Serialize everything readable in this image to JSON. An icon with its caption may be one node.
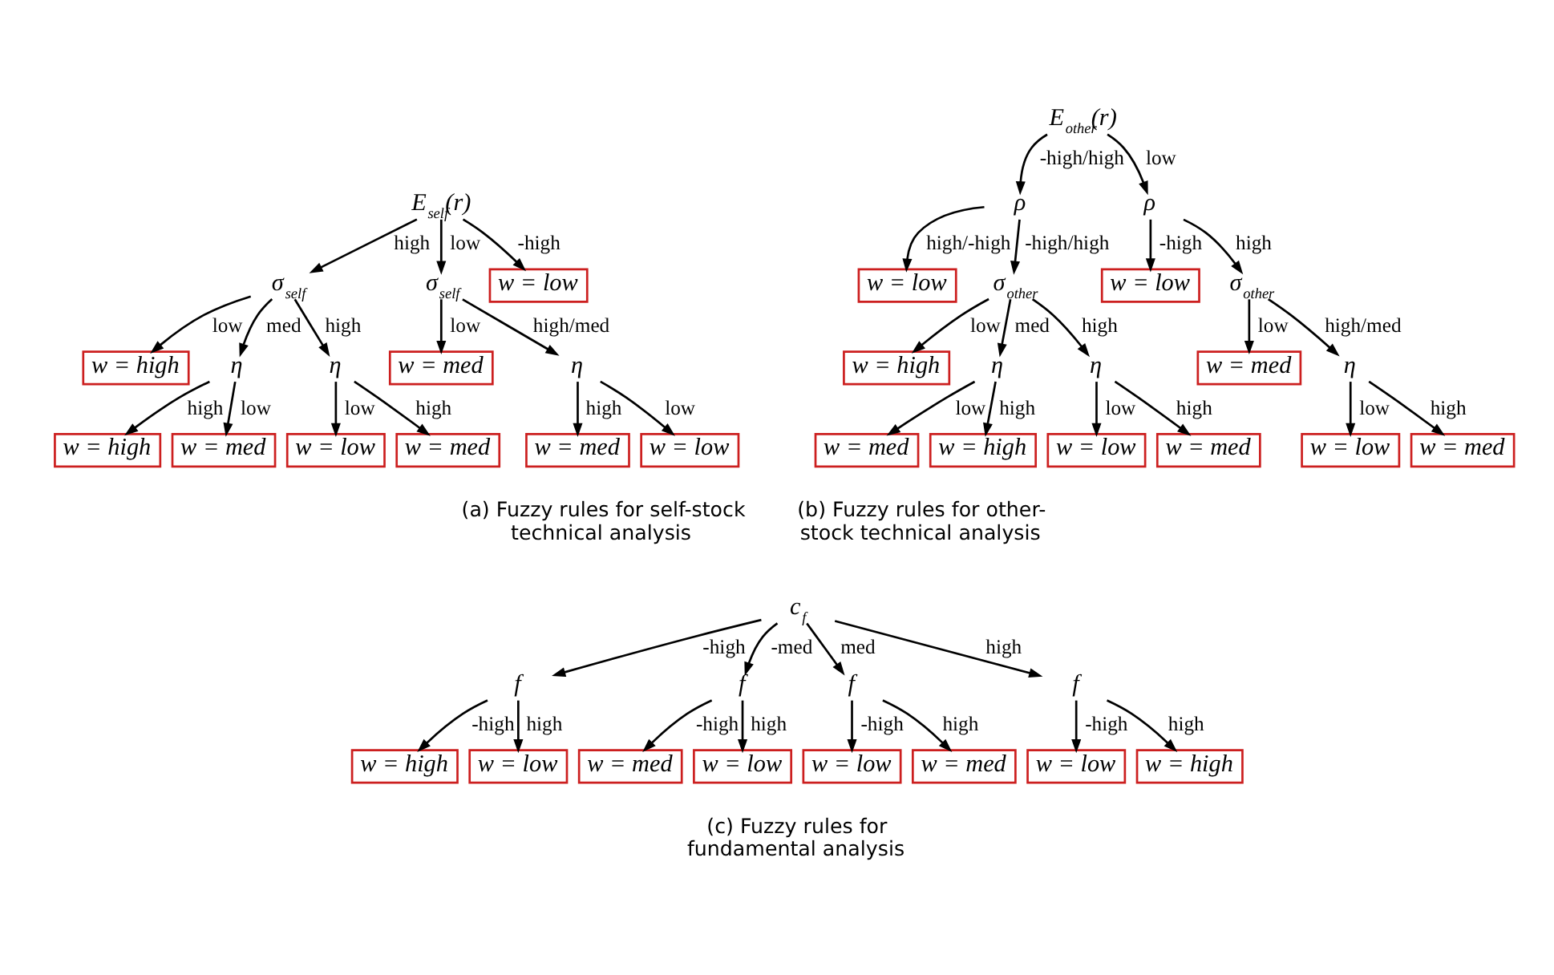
{
  "diagram": {
    "nodes": [
      {
        "text": [
          "E$_{self}$(r)"
        ]
      },
      {
        "text": [
          "σ$_{self}$"
        ]
      },
      {
        "text": [
          "σ$_{self}$"
        ]
      },
      {
        "text": [
          "w = low"
        ]
      },
      {
        "text": [
          "w = high"
        ]
      },
      {
        "text": [
          "η"
        ]
      },
      {
        "text": [
          "η"
        ]
      },
      {
        "text": [
          "w = med"
        ]
      },
      {
        "text": [
          "w = high"
        ]
      },
      {
        "text": [
          "η"
        ]
      },
      {
        "text": [
          "w = med"
        ]
      },
      {
        "text": [
          "w = med"
        ]
      },
      {
        "text": [
          "w = low"
        ]
      },
      {
        "text": [
          "w = med"
        ]
      },
      {
        "text": [
          "w = low"
        ]
      },
      {
        "text": [
          "E$_{other}$(r)"
        ]
      },
      {
        "text": [
          "ρ"
        ]
      },
      {
        "text": [
          "ρ"
        ]
      },
      {
        "text": [
          "w = low"
        ]
      },
      {
        "text": [
          "w = low"
        ]
      },
      {
        "text": [
          "σ$_{other}$"
        ]
      },
      {
        "text": [
          "σ$_{other}$"
        ]
      },
      {
        "text": [
          "w = high"
        ]
      },
      {
        "text": [
          "w = med"
        ]
      },
      {
        "text": [
          "η"
        ]
      },
      {
        "text": [
          "η"
        ]
      },
      {
        "text": [
          "η"
        ]
      },
      {
        "text": [
          "w = med"
        ]
      },
      {
        "text": [
          "w = high"
        ]
      },
      {
        "text": [
          "w = low"
        ]
      },
      {
        "text": [
          "w = med"
        ]
      },
      {
        "text": [
          "w = low"
        ]
      },
      {
        "text": [
          "w = med"
        ]
      },
      {
        "text": [
          "c$_{f}$"
        ]
      },
      {
        "text": [
          "f"
        ]
      },
      {
        "text": [
          "f"
        ]
      },
      {
        "text": [
          "f"
        ]
      },
      {
        "text": [
          "f"
        ]
      },
      {
        "text": [
          "w = high"
        ]
      },
      {
        "text": [
          "w = low"
        ]
      },
      {
        "text": [
          "w = med"
        ]
      },
      {
        "text": [
          "w = low"
        ]
      },
      {
        "text": [
          "w = low"
        ]
      },
      {
        "text": [
          "w = med"
        ]
      },
      {
        "text": [
          "w = low"
        ]
      },
      {
        "text": [
          "w = high"
        ]
      }
    ],
    "edges": [
      {
        "from": 0,
        "to": 1,
        "arrow": "to",
        "label": "high"
      },
      {
        "from": 0,
        "to": 2,
        "arrow": "to",
        "label": "low"
      },
      {
        "from": 0,
        "to": 3,
        "arrow": "to",
        "label": "-high"
      },
      {
        "from": 1,
        "to": 4,
        "arrow": "to",
        "label": "low"
      },
      {
        "from": 1,
        "to": 5,
        "arrow": "to",
        "label": "med"
      },
      {
        "from": 1,
        "to": 6,
        "arrow": "to",
        "label": "high"
      },
      {
        "from": 2,
        "to": 7,
        "arrow": "to",
        "label": "low"
      },
      {
        "from": 2,
        "to": 9,
        "arrow": "to",
        "label": "high/med"
      },
      {
        "from": 5,
        "to": 8,
        "arrow": "to",
        "label": "high"
      },
      {
        "from": 5,
        "to": 10,
        "arrow": "to",
        "label": "low"
      },
      {
        "from": 6,
        "to": 12,
        "arrow": "to",
        "label": "low"
      },
      {
        "from": 6,
        "to": 13,
        "arrow": "to",
        "label": "high"
      },
      {
        "from": 9,
        "to": 14,
        "arrow": "to",
        "label": "low"
      },
      {
        "from": 9,
        "to": 11,
        "arrow": "to",
        "label": "high"
      },
      {
        "from": 15,
        "to": 16,
        "arrow": "to",
        "label": "-high/high"
      },
      {
        "from": 15,
        "to": 17,
        "arrow": "to",
        "label": "low"
      },
      {
        "from": 16,
        "to": 18,
        "arrow": "to",
        "label": "high/-high"
      },
      {
        "from": 16,
        "to": 20,
        "arrow": "to",
        "label": "-high/high"
      },
      {
        "from": 17,
        "to": 19,
        "arrow": "to",
        "label": "-high"
      },
      {
        "from": 17,
        "to": 21,
        "arrow": "to",
        "label": "high"
      },
      {
        "from": 20,
        "to": 22,
        "arrow": "to",
        "label": "low"
      },
      {
        "from": 20,
        "to": 24,
        "arrow": "to",
        "label": "med"
      },
      {
        "from": 20,
        "to": 25,
        "arrow": "to",
        "label": "high"
      },
      {
        "from": 21,
        "to": 23,
        "arrow": "to",
        "label": "low"
      },
      {
        "from": 21,
        "to": 26,
        "arrow": "to",
        "label": "high/med"
      },
      {
        "from": 24,
        "to": 27,
        "arrow": "to",
        "label": "low"
      },
      {
        "from": 24,
        "to": 28,
        "arrow": "to",
        "label": "high"
      },
      {
        "from": 25,
        "to": 29,
        "arrow": "to",
        "label": "low"
      },
      {
        "from": 25,
        "to": 30,
        "arrow": "to",
        "label": "high"
      },
      {
        "from": 26,
        "to": 31,
        "arrow": "to",
        "label": "low"
      },
      {
        "from": 26,
        "to": 32,
        "arrow": "to",
        "label": "high"
      },
      {
        "from": 33,
        "to": 34,
        "arrow": "to",
        "label": "-high"
      },
      {
        "from": 33,
        "to": 35,
        "arrow": "to",
        "label": "-med"
      },
      {
        "from": 33,
        "to": 36,
        "arrow": "to",
        "label": "med"
      },
      {
        "from": 33,
        "to": 37,
        "arrow": "to",
        "label": "high"
      },
      {
        "from": 34,
        "to": 38,
        "arrow": "to",
        "label": "-high"
      },
      {
        "from": 34,
        "to": 39,
        "arrow": "to",
        "label": "high"
      },
      {
        "from": 35,
        "to": 40,
        "arrow": "to",
        "label": "-high"
      },
      {
        "from": 35,
        "to": 41,
        "arrow": "to",
        "label": "high"
      },
      {
        "from": 36,
        "to": 42,
        "arrow": "to",
        "label": "-high"
      },
      {
        "from": 36,
        "to": 43,
        "arrow": "to",
        "label": "high"
      },
      {
        "from": 37,
        "to": 44,
        "arrow": "to",
        "label": "-high"
      },
      {
        "from": 37,
        "to": 45,
        "arrow": "to",
        "label": "high"
      }
    ],
    "labels": [
      "(a) Fuzzy rules for self-stock technical analysis",
      "(b) Fuzzy rules for other-stock technical analysis",
      "(c) Fuzzy rules for fundamental analysis"
    ]
  }
}
